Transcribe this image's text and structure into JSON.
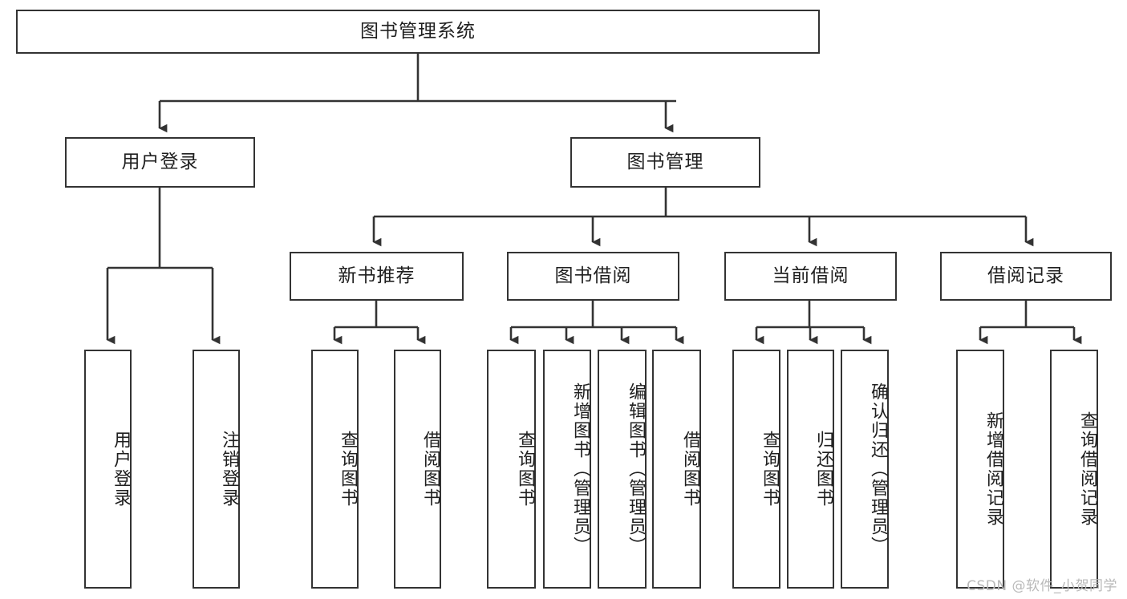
{
  "diagram": {
    "title": "图书管理系统",
    "root": {
      "label": "图书管理系统"
    },
    "level2": [
      {
        "label": "用户登录"
      },
      {
        "label": "图书管理"
      }
    ],
    "level3": [
      {
        "label": "新书推荐"
      },
      {
        "label": "图书借阅"
      },
      {
        "label": "当前借阅"
      },
      {
        "label": "借阅记录"
      }
    ],
    "leaves": {
      "user_login": [
        {
          "label": "用户登录"
        },
        {
          "label": "注销登录"
        }
      ],
      "new_book_recommend": [
        {
          "label": "查询图书"
        },
        {
          "label": "借阅图书"
        }
      ],
      "book_borrow": [
        {
          "label": "查询图书"
        },
        {
          "label": "新增图书（管理员）"
        },
        {
          "label": "编辑图书（管理员）"
        },
        {
          "label": "借阅图书"
        }
      ],
      "current_borrow": [
        {
          "label": "查询图书"
        },
        {
          "label": "归还图书"
        },
        {
          "label": "确认归还（管理员）"
        }
      ],
      "borrow_record": [
        {
          "label": "新增借阅记录"
        },
        {
          "label": "查询借阅记录"
        }
      ]
    }
  },
  "watermark": {
    "text": "CSDN @软件_小贺同学"
  },
  "colors": {
    "stroke": "#333333",
    "background": "#ffffff",
    "text": "#1f1f1f",
    "watermark": "#b9b9b9"
  }
}
